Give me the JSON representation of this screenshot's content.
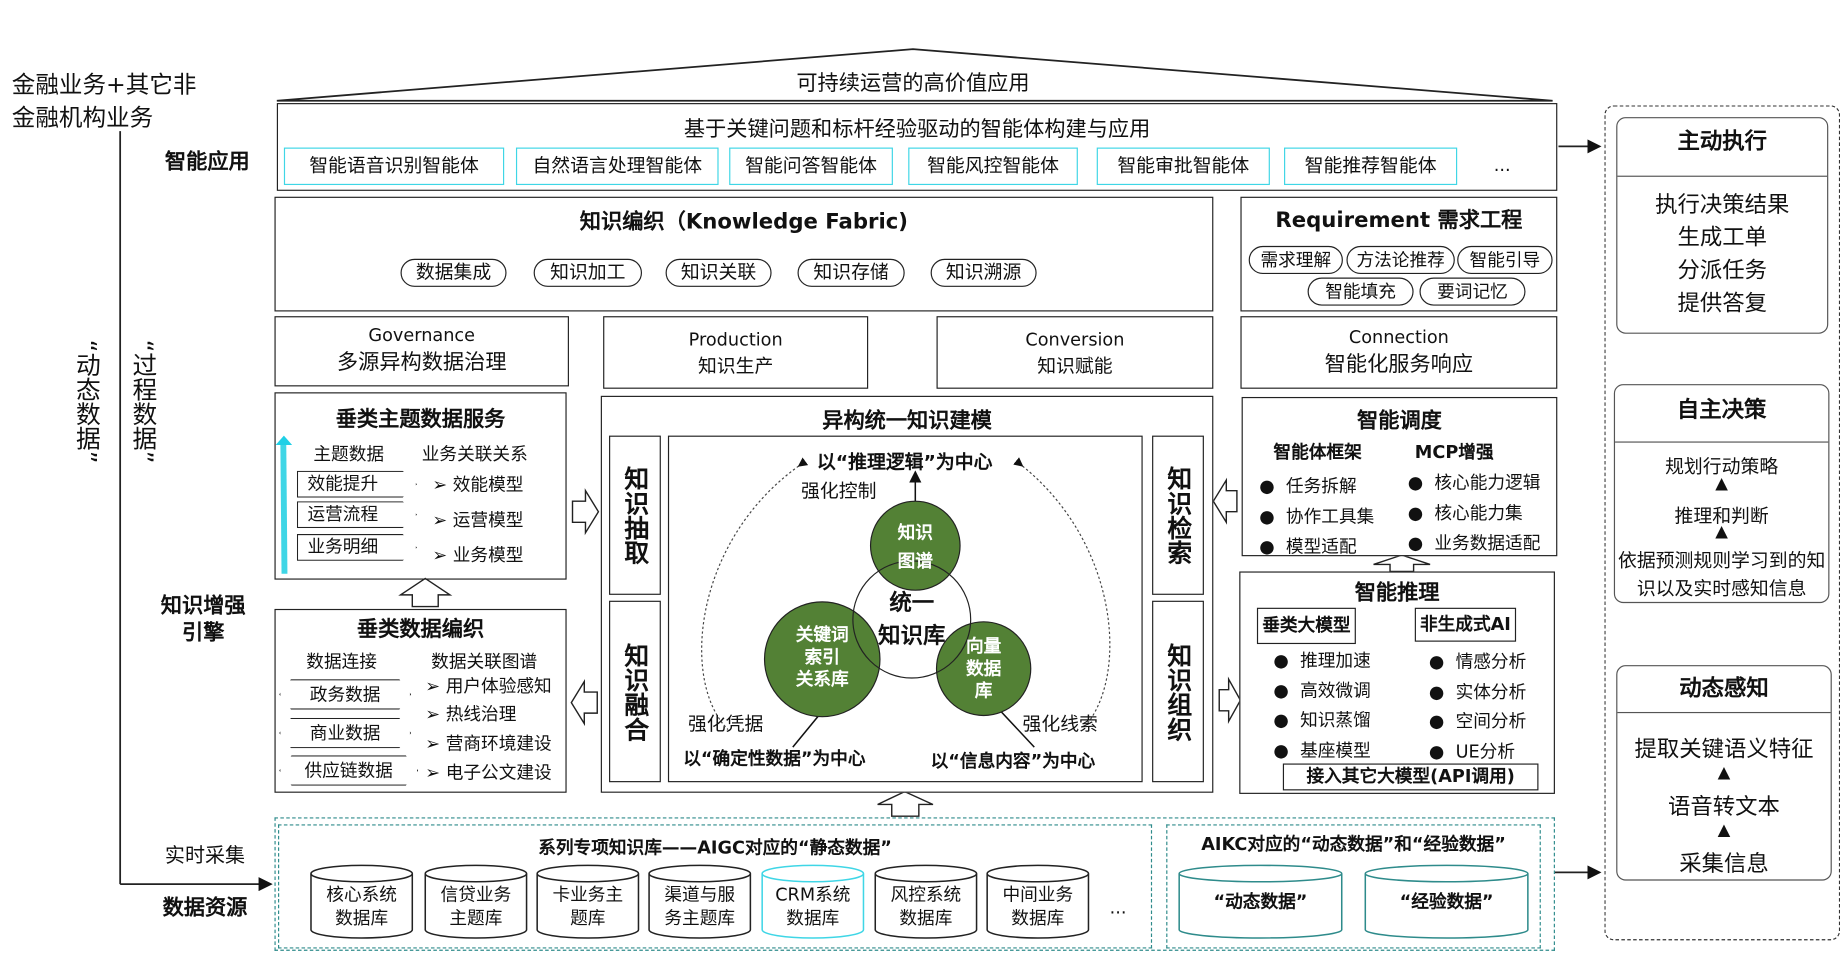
{
  "left_labels": {
    "business": "金融业务+其它非\n金融机构业务",
    "dynamic_data": "“动态数据”",
    "process_data": "“过程数据”",
    "smart_app": "智能应用",
    "engine": "知识增强\n引擎",
    "realtime": "实时采集",
    "data_resource": "数据资源"
  },
  "roof": {
    "title": "可持续运营的高价值应用"
  },
  "agents": {
    "title": "基于关键问题和标杆经验驱动的智能体构建与应用",
    "items": [
      "智能语音识别智能体",
      "自然语言处理智能体",
      "智能问答智能体",
      "智能风控智能体",
      "智能审批智能体",
      "智能推荐智能体"
    ],
    "more": "..."
  },
  "fabric": {
    "title": "知识编织（Knowledge Fabric)",
    "items": [
      "数据集成",
      "知识加工",
      "知识关联",
      "知识存储",
      "知识溯源"
    ]
  },
  "requirement": {
    "title": "Requirement 需求工程",
    "items": [
      "需求理解",
      "方法论推荐",
      "智能引导",
      "智能填充",
      "要词记忆"
    ]
  },
  "stages": [
    {
      "en": "Governance",
      "zh": "多源异构数据治理"
    },
    {
      "en": "Production",
      "zh": "知识生产"
    },
    {
      "en": "Conversion",
      "zh": "知识赋能"
    },
    {
      "en": "Connection",
      "zh": "智能化服务响应"
    }
  ],
  "theme_service": {
    "title": "垂类主题数据服务",
    "col1": "主题数据",
    "col2": "业务关联关系",
    "tags": [
      "效能提升",
      "运营流程",
      "业务明细"
    ],
    "models": [
      "效能模型",
      "运营模型",
      "业务模型"
    ]
  },
  "weave": {
    "title": "垂类数据编织",
    "col1": "数据连接",
    "col2": "数据关联图谱",
    "hexes": [
      "政务数据",
      "商业数据",
      "供应链数据"
    ],
    "items": [
      "用户体验感知",
      "热线治理",
      "营商环境建设",
      "电子公文建设"
    ]
  },
  "modeling": {
    "title": "异构统一知识建模",
    "left_cols": [
      "知识抽取",
      "知识融合"
    ],
    "right_cols": [
      "知识检索",
      "知识组织"
    ],
    "top_center": "以“推理逻辑”为中心",
    "top_sub": "强化控制",
    "kg": "知识\n图谱",
    "core": "统一\n知识库",
    "kw": "关键词\n索引\n关系库",
    "vec": "向量\n数据\n库",
    "left_sub": "强化凭据",
    "right_sub": "强化线索",
    "left_center": "以“确定性数据”为中心",
    "right_center": "以“信息内容”为中心"
  },
  "dispatch": {
    "title": "智能调度",
    "h1": "智能体框架",
    "h2": "MCP增强",
    "col1": [
      "任务拆解",
      "协作工具集",
      "模型适配"
    ],
    "col2": [
      "核心能力逻辑",
      "核心能力集",
      "业务数据适配"
    ]
  },
  "reasoning": {
    "title": "智能推理",
    "h1": "垂类大模型",
    "h2": "非生成式AI",
    "col1": [
      "推理加速",
      "高效微调",
      "知识蒸馏",
      "基座模型"
    ],
    "col2": [
      "情感分析",
      "实体分析",
      "空间分析",
      "UE分析"
    ],
    "footer": "接入其它大模型(API调用)"
  },
  "static_kb": {
    "title": "系列专项知识库——AIGC对应的“静态数据”",
    "dbs": [
      "核心系统\n数据库",
      "信贷业务\n主题库",
      "卡业务主\n题库",
      "渠道与服\n务主题库",
      "CRM系统\n数据库",
      "风控系统\n数据库",
      "中间业务\n数据库"
    ],
    "more": "..."
  },
  "dynamic_kb": {
    "title": "AIKC对应的“动态数据”和“经验数据”",
    "dbs": [
      "“动态数据”",
      "“经验数据”"
    ]
  },
  "right_panel": [
    {
      "title": "主动执行",
      "items": [
        "执行决策结果",
        "生成工单",
        "分派任务",
        "提供答复"
      ]
    },
    {
      "title": "自主决策",
      "items": [
        "规划行动策略",
        "推理和判断",
        "依据预测规则学习到的知识以及实时感知信息"
      ]
    },
    {
      "title": "动态感知",
      "items": [
        "提取关键语义特征",
        "语音转文本",
        "采集信息"
      ]
    }
  ],
  "colors": {
    "chip_border": "#3fd6e6",
    "node_green": "#538135",
    "teal_dashed": "#2e8b8b"
  }
}
